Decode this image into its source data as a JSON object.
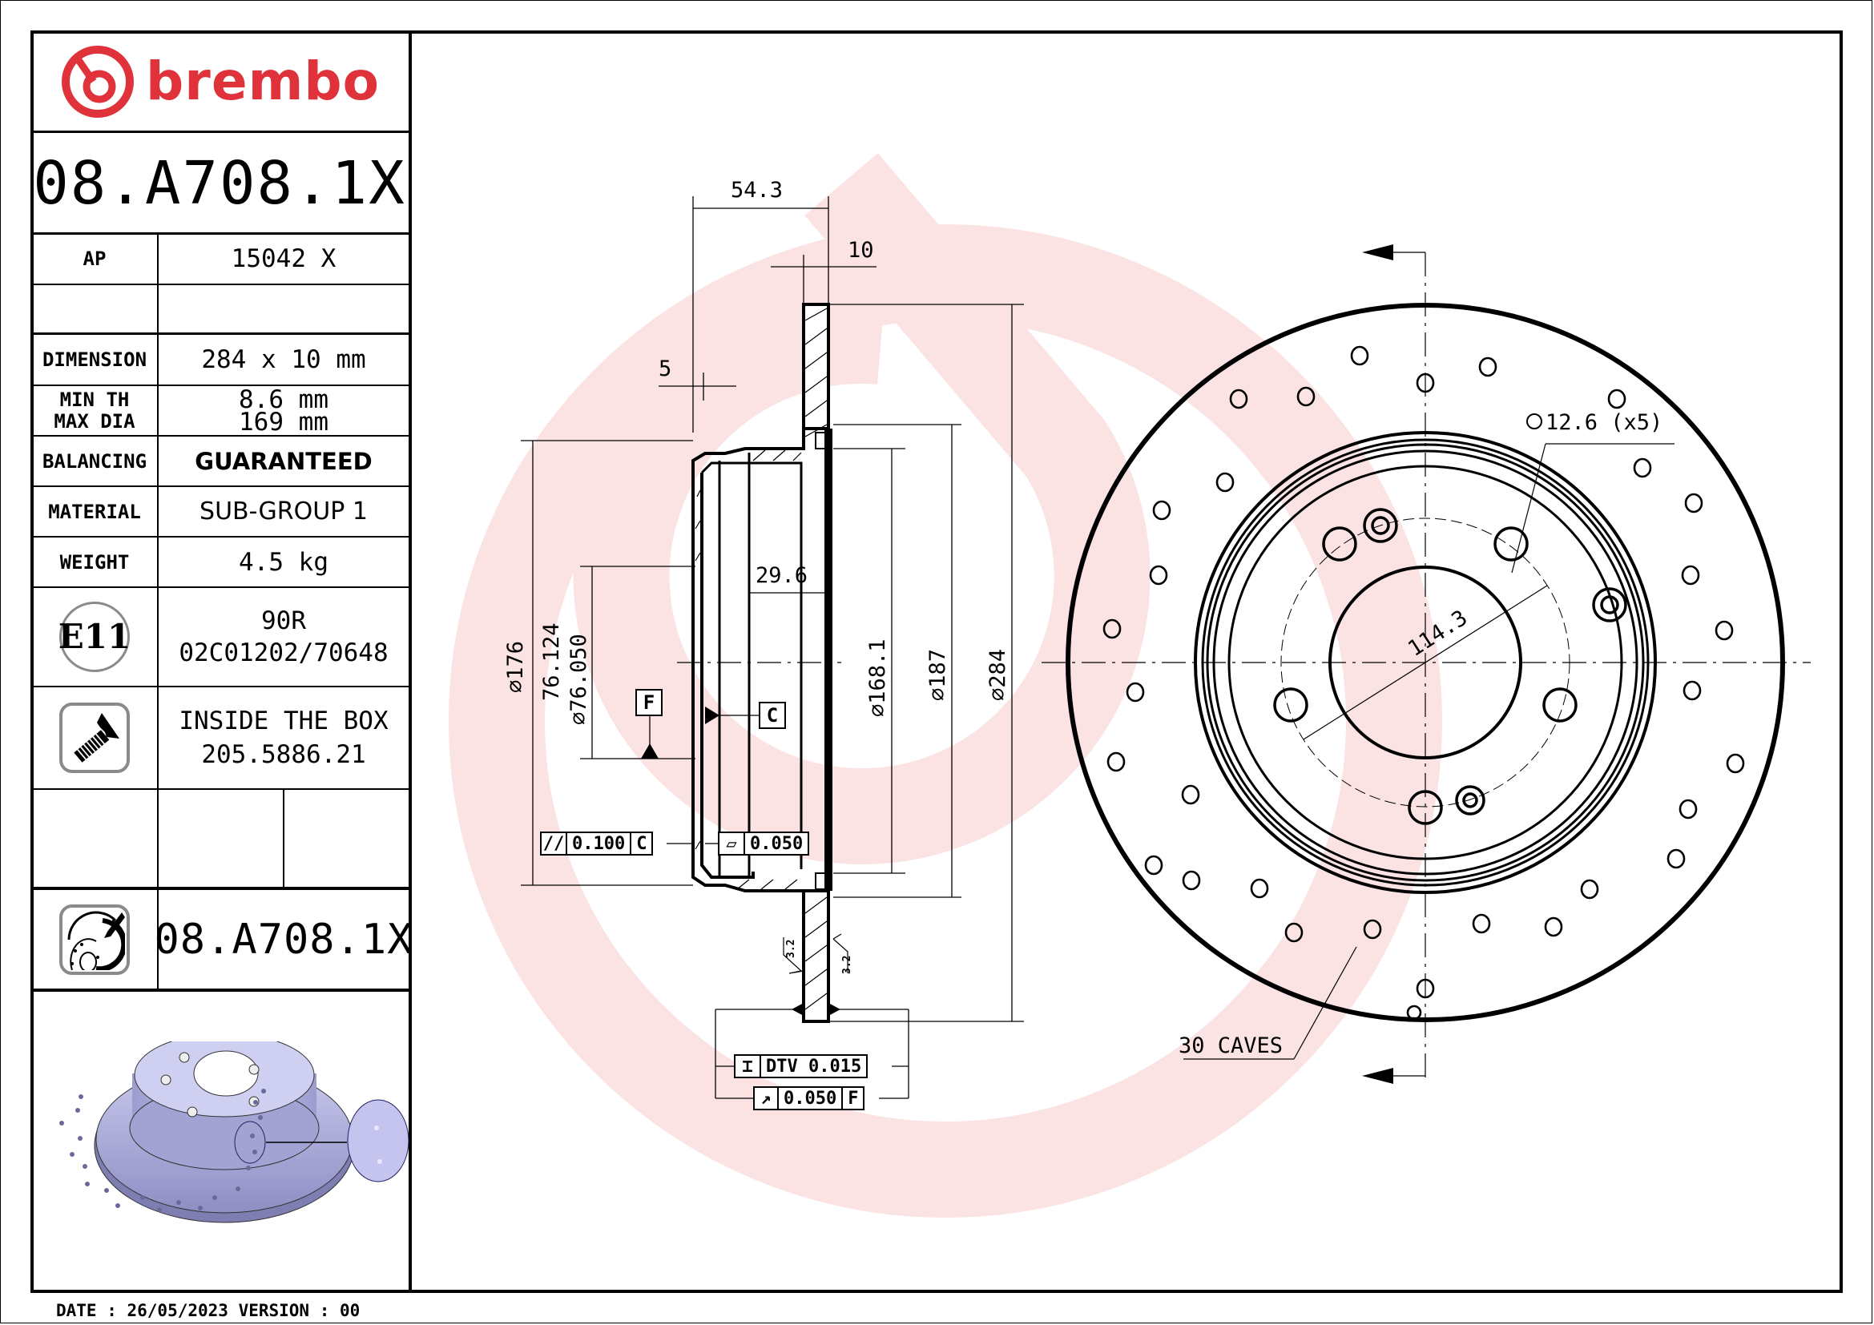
{
  "brand": {
    "name": "brembo",
    "color": "#e0323a",
    "watermark_color": "#fbe3e4"
  },
  "part_number": "08.A708.1X",
  "title_block": {
    "ap": {
      "label": "AP",
      "value": "15042 X"
    },
    "dimension": {
      "label": "DIMENSION",
      "value": "284 x 10 mm"
    },
    "min_th": {
      "label": "MIN TH",
      "value": "8.6 mm"
    },
    "max_dia": {
      "label": "MAX DIA",
      "value": "169 mm"
    },
    "balancing": {
      "label": "BALANCING",
      "value": "GUARANTEED"
    },
    "material": {
      "label": "MATERIAL",
      "value": "SUB-GROUP 1"
    },
    "weight": {
      "label": "WEIGHT",
      "value": "4.5 kg"
    },
    "homologation": {
      "badge": "E11",
      "line1": "90R",
      "line2": "02C01202/70648"
    },
    "inside_box": {
      "line1": "INSIDE THE BOX",
      "line2": "205.5886.21"
    },
    "drawing_number": "08.A708.1X"
  },
  "footer": {
    "text": "DATE : 26/05/2023 VERSION : 00"
  },
  "section_view": {
    "dims": {
      "overall_height": "54.3",
      "disc_thickness": "10",
      "hat_wall": "5",
      "hat_depth": "29.6",
      "dia_176": "176",
      "dia_centre_max": "76.124",
      "dia_centre_min": "76.050",
      "dia_168": "168.1",
      "dia_187": "187",
      "dia_284": "284"
    },
    "datums": {
      "f": "F",
      "c": "C"
    },
    "tolerances": {
      "parallelism": {
        "value": "0.100",
        "datum": "C"
      },
      "flatness": {
        "value": "0.050"
      },
      "dtv": {
        "value": "DTV 0.015"
      },
      "runout": {
        "value": "0.050",
        "datum": "F"
      }
    },
    "roughness": [
      "3.2",
      "3.2"
    ]
  },
  "front_view": {
    "bolt_hole": "12.6 (x5)",
    "pcd": "114.3",
    "drill_note": "30 CAVES"
  }
}
